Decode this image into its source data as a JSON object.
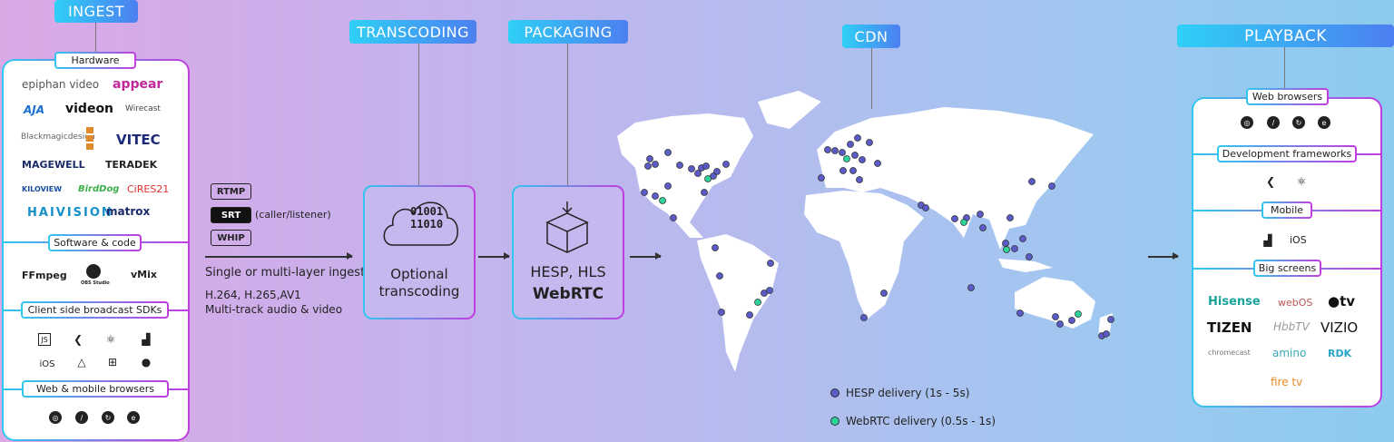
{
  "stages": {
    "ingest": "INGEST",
    "transcoding": "TRANSCODING",
    "packaging": "PACKAGING",
    "cdn": "CDN",
    "playback": "PLAYBACK"
  },
  "ingest": {
    "sections": {
      "hardware": "Hardware",
      "software": "Software & code",
      "sdks": "Client side broadcast SDKs",
      "browsers": "Web & mobile browsers"
    },
    "hardware_logos": [
      "epiphan video",
      "appear",
      "AJA",
      "videon",
      "Wirecast",
      "Blackmagicdesign",
      "VITEC",
      "MAGEWELL",
      "TERADEK",
      "KILOVIEW",
      "BirdDog",
      "CiRES21",
      "HAIVISION",
      "matrox"
    ],
    "software_logos": [
      "FFmpeg",
      "OBS Studio",
      "vMix"
    ],
    "sdk_icons": [
      "JS",
      "flutter",
      "react",
      "android",
      "iOS",
      "linux",
      "windows",
      "apple"
    ],
    "browser_icons": [
      "chrome",
      "safari",
      "firefox",
      "edge"
    ]
  },
  "protocols": {
    "rtmp": "RTMP",
    "srt": "SRT",
    "srt_note": "(caller/listener)",
    "whip": "WHIP"
  },
  "ingest_notes": {
    "line1": "Single or multi-layer ingest",
    "line2": "H.264, H.265,AV1",
    "line3": "Multi-track audio & video"
  },
  "transcoding": {
    "binary1": "01001",
    "binary2": "11010",
    "label1": "Optional",
    "label2": "transcoding"
  },
  "packaging": {
    "formats": "HESP, HLS",
    "webrtc": "WebRTC"
  },
  "legend": {
    "hesp": "HESP delivery (1s - 5s)",
    "webrtc": "WebRTC delivery (0.5s - 1s)",
    "hesp_color": "#5b5bc8",
    "webrtc_color": "#2ed39a"
  },
  "playback": {
    "sections": {
      "browsers": "Web browsers",
      "frameworks": "Development frameworks",
      "mobile": "Mobile",
      "bigscreens": "Big screens"
    },
    "mobile_ios": "iOS",
    "bigscreen_logos": [
      "Hisense",
      "webOS",
      "tv",
      "TIZEN",
      "HbbTV",
      "VIZIO",
      "chromecast",
      "amino",
      "RDK",
      "fire tv"
    ]
  }
}
